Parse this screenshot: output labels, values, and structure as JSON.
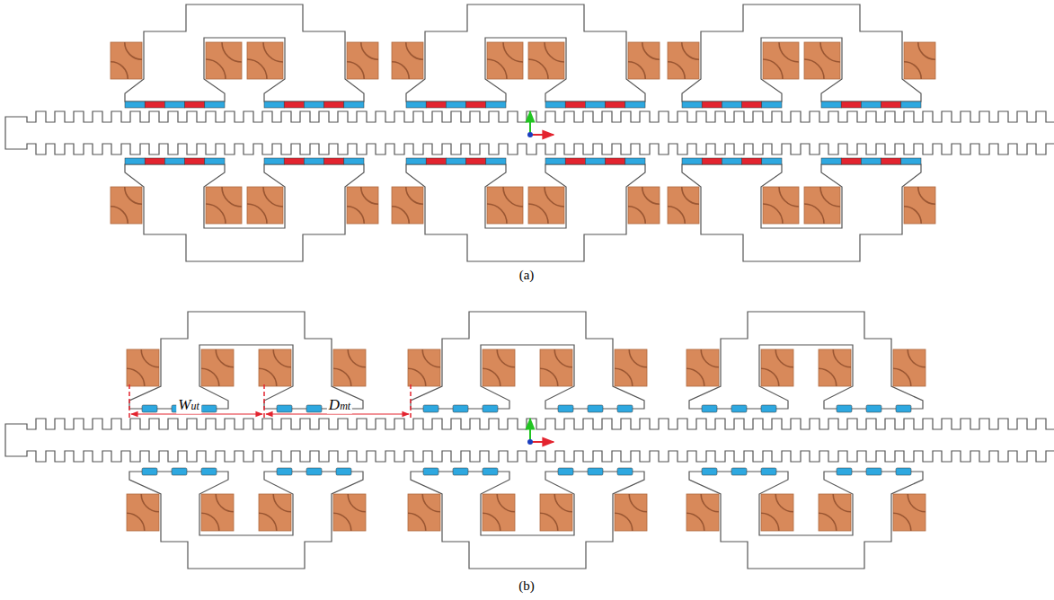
{
  "diagram": {
    "labels": [
      "(a)",
      "Wut",
      "Dmt",
      "(b)"
    ]
  }
}
